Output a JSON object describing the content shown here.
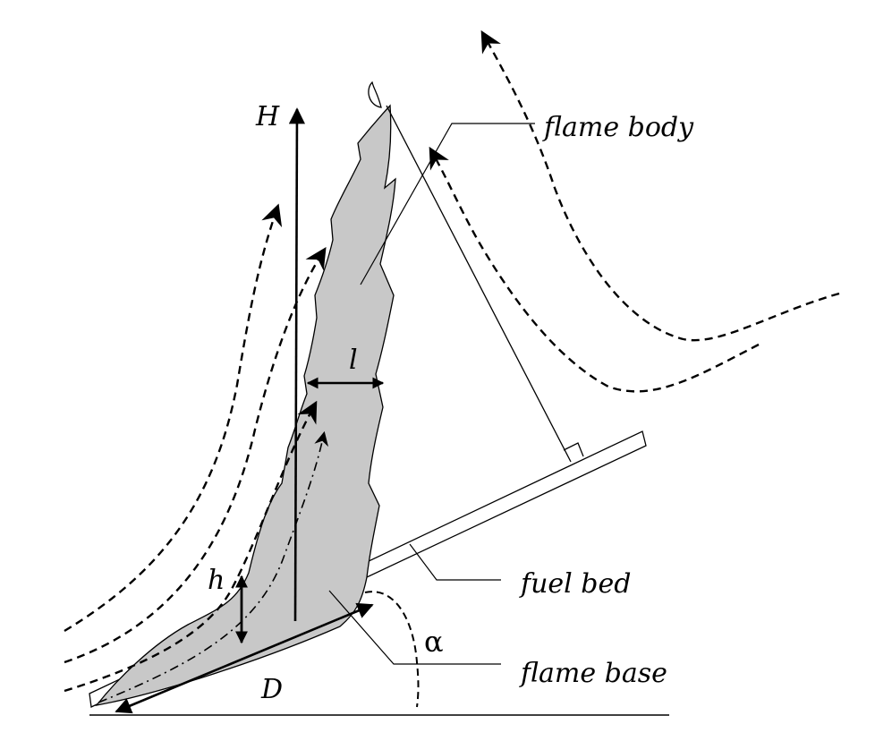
{
  "labels": {
    "flame_body": "flame body",
    "fuel_bed": "fuel bed",
    "flame_base": "flame base",
    "H": "H",
    "h": "h",
    "l": "l",
    "D": "D",
    "alpha": "α"
  }
}
